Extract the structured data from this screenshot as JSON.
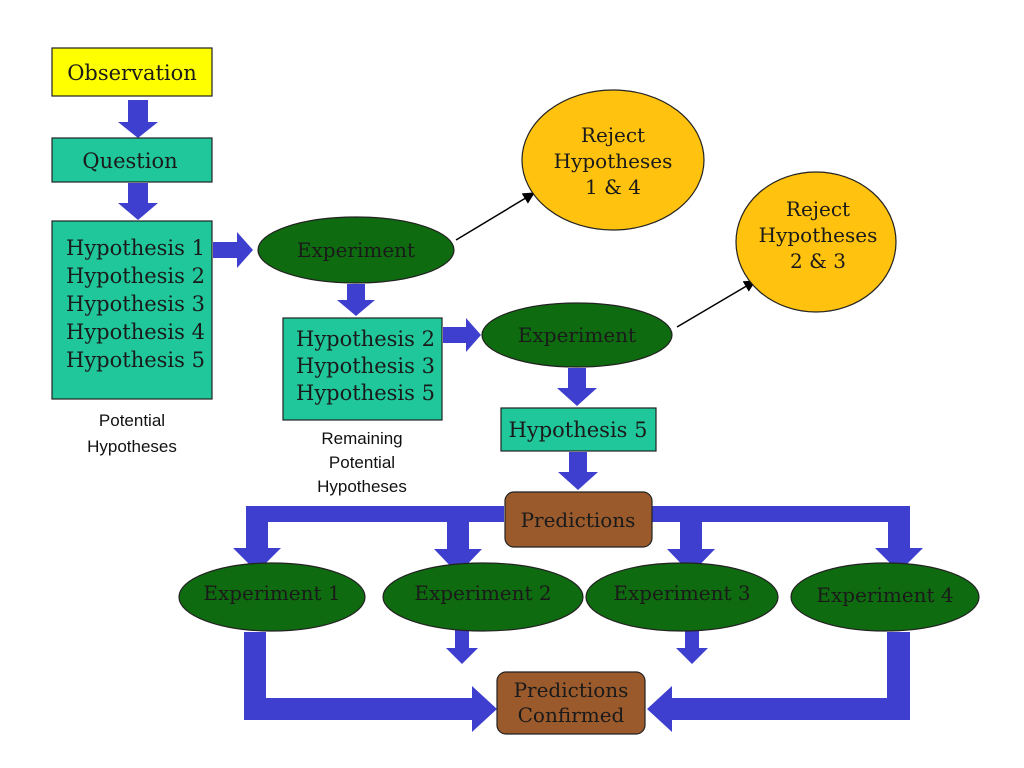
{
  "colors": {
    "arrow": "#3f3fcf",
    "observation_fill": "#ffff00",
    "box_fill": "#1fc79a",
    "experiment_fill": "#0f6b0f",
    "reject_fill": "#ffc20e",
    "prediction_fill": "#9a5a2c",
    "outline": "#222222"
  },
  "observation": "Observation",
  "question": "Question",
  "hypotheses_all": [
    "Hypothesis 1",
    "Hypothesis 2",
    "Hypothesis 3",
    "Hypothesis 4",
    "Hypothesis 5"
  ],
  "potential_caption": [
    "Potential",
    "Hypotheses"
  ],
  "experiment_label": "Experiment",
  "reject_1": [
    "Reject",
    "Hypotheses",
    "1 & 4"
  ],
  "reject_2": [
    "Reject",
    "Hypotheses",
    "2 & 3"
  ],
  "hypotheses_remaining": [
    "Hypothesis 2",
    "Hypothesis 3",
    "Hypothesis 5"
  ],
  "remaining_caption": [
    "Remaining",
    "Potential",
    "Hypotheses"
  ],
  "hypothesis_final": "Hypothesis 5",
  "predictions": "Predictions",
  "experiments": [
    "Experiment 1",
    "Experiment 2",
    "Experiment 3",
    "Experiment 4"
  ],
  "confirmed": [
    "Predictions",
    "Confirmed"
  ]
}
